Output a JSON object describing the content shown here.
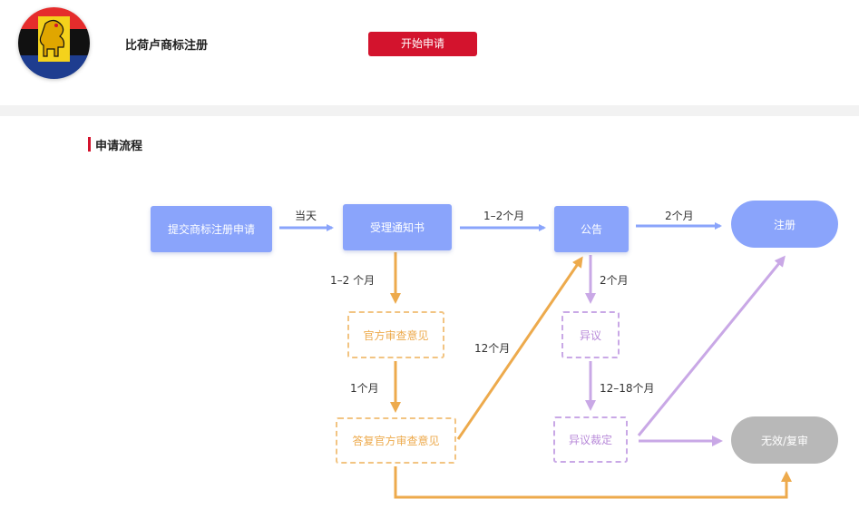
{
  "header": {
    "title": "比荷卢商标注册",
    "apply_button": "开始申请"
  },
  "section": {
    "title": "申请流程"
  },
  "colors": {
    "primary": "#d3132d",
    "blue": "#8aa4fb",
    "orange": "#edaa4c",
    "purple": "#c9a8e6",
    "gray": "#b8b8b8"
  },
  "flow": {
    "nodes": {
      "submit": "提交商标注册申请",
      "receipt": "受理通知书",
      "publication": "公告",
      "registered": "注册",
      "official_opinion": "官方审查意见",
      "reply_opinion": "答复官方审查意见",
      "opposition": "异议",
      "opposition_ruling": "异议裁定",
      "invalid_review": "无效/复审"
    },
    "labels": {
      "same_day": "当天",
      "months_1_2_top": "1–2个月",
      "months_2_top": "2个月",
      "months_1_2_left": "1–2 个月",
      "month_1": "1个月",
      "months_12": "12个月",
      "months_2_right": "2个月",
      "months_12_18": "12–18个月"
    }
  }
}
